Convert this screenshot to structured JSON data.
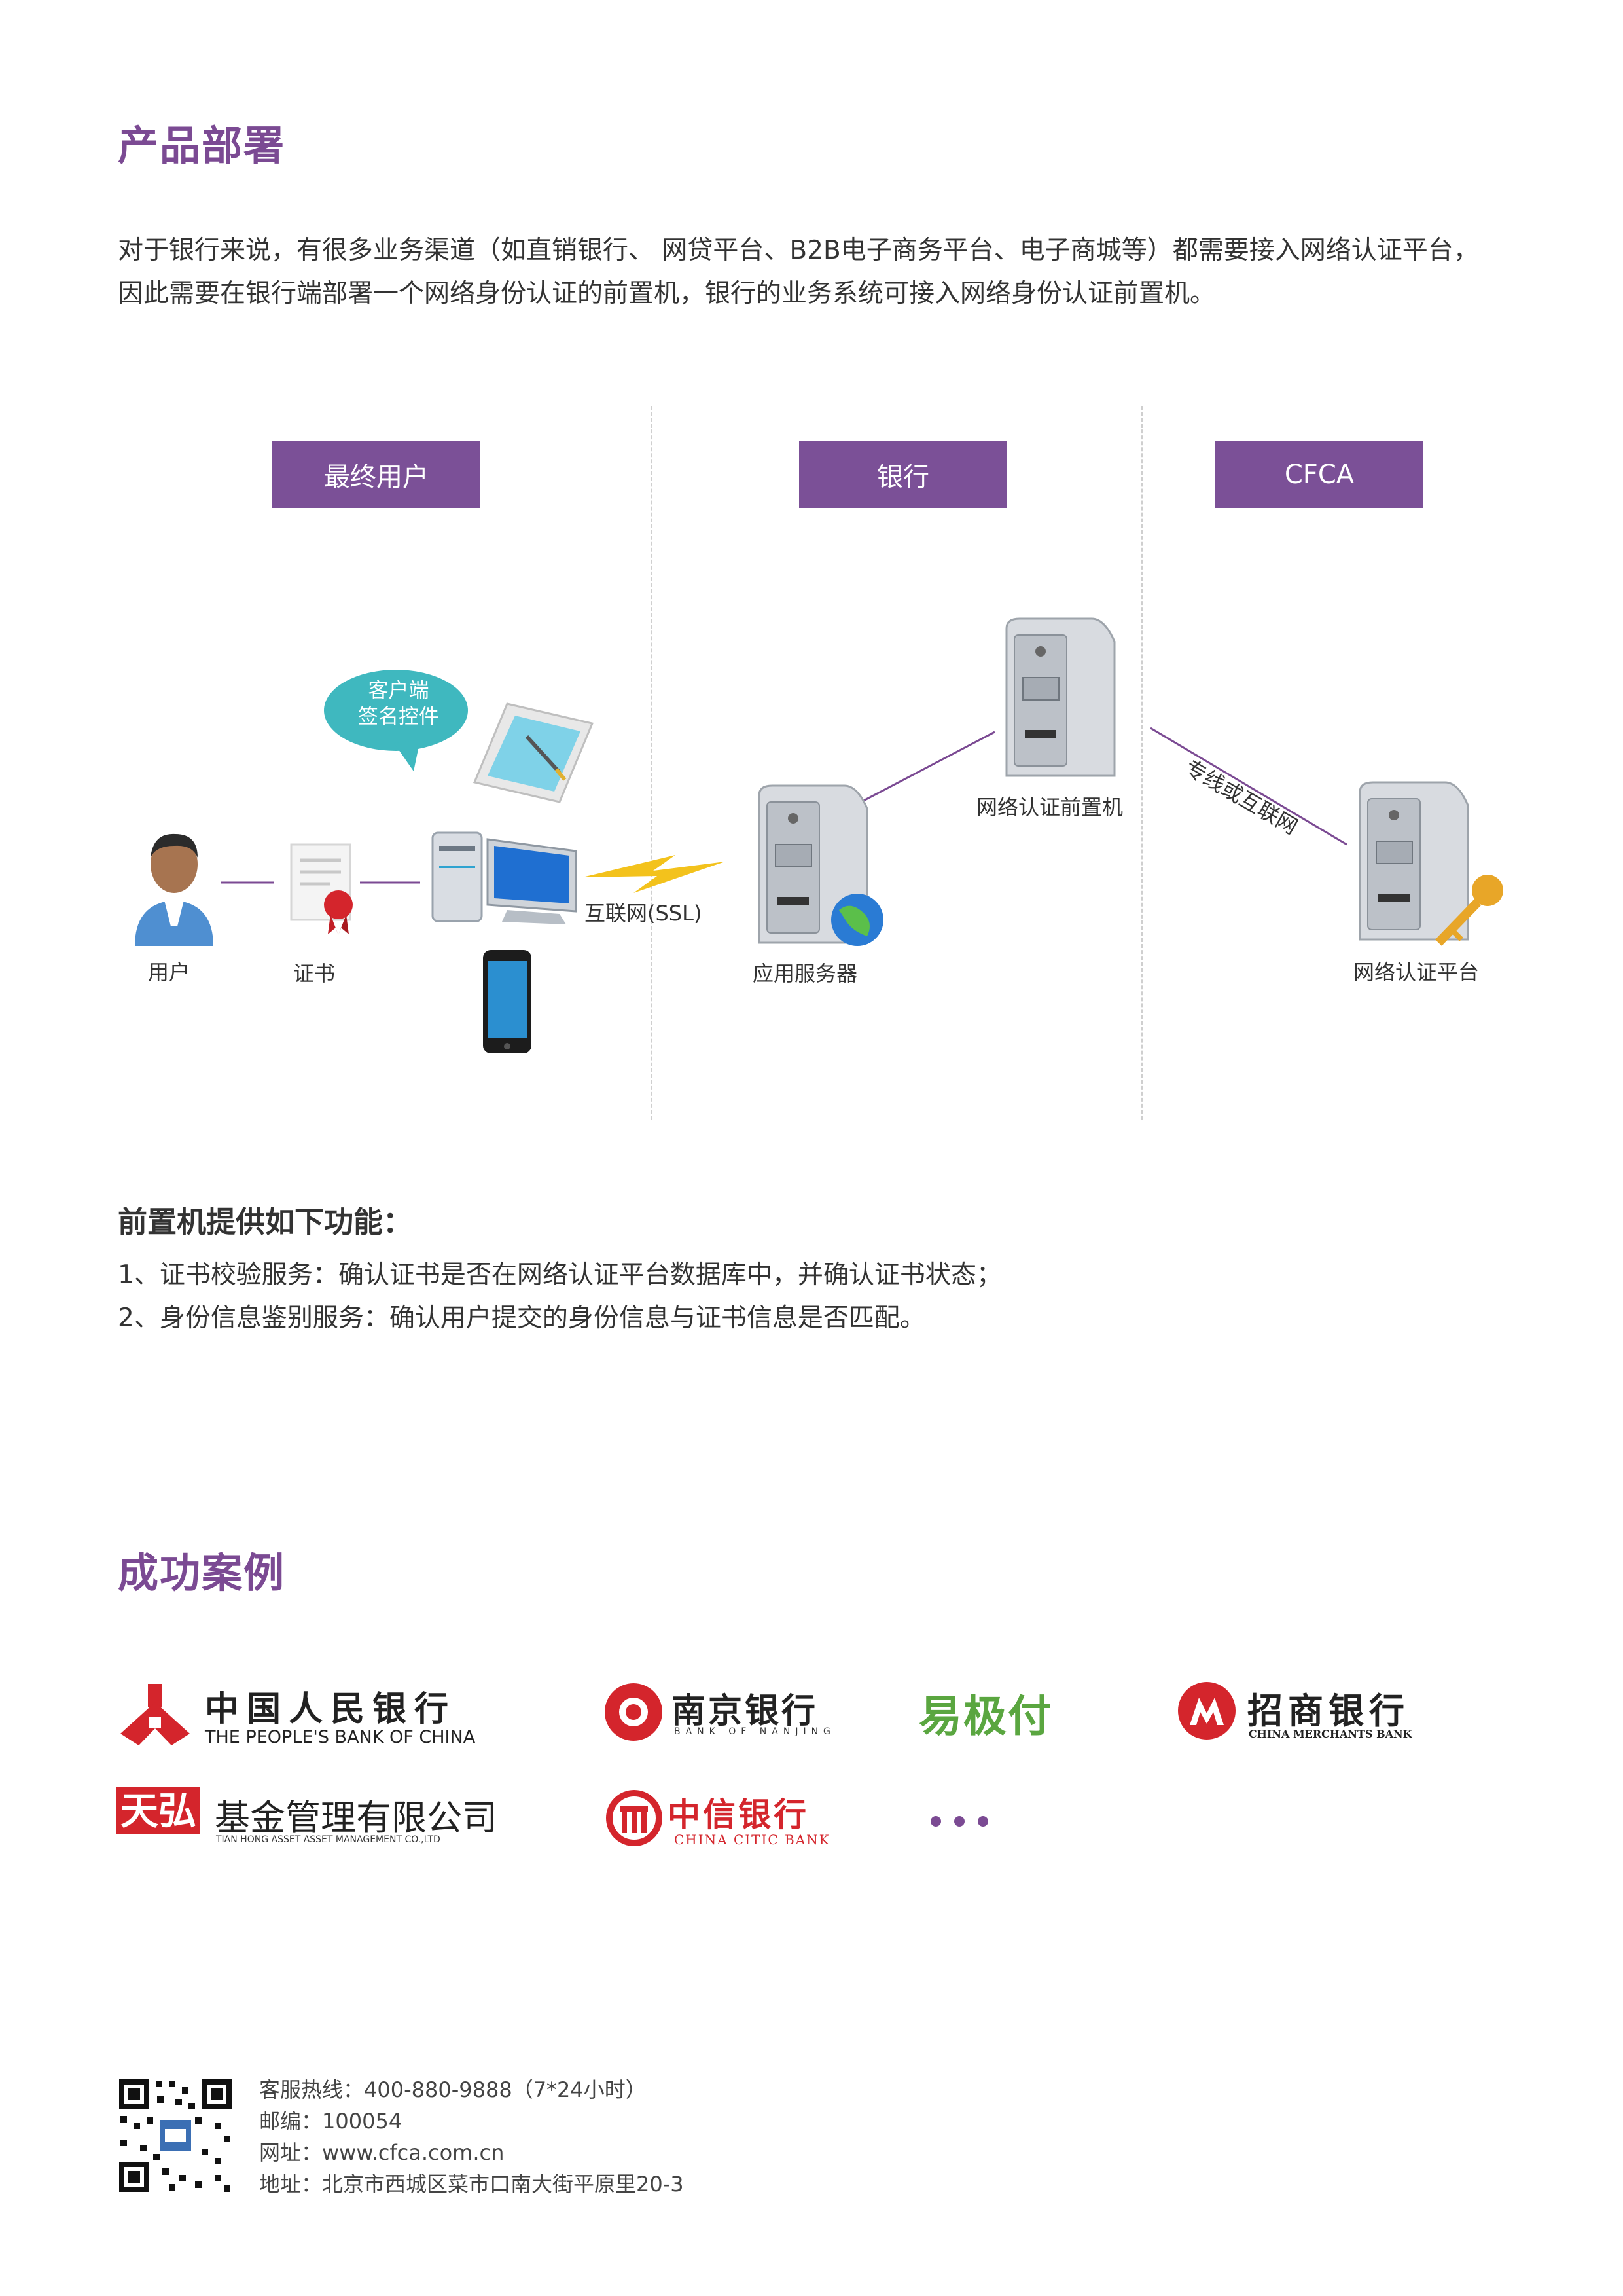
{
  "section1": {
    "title": "产品部署",
    "intro_line1": "对于银行来说，有很多业务渠道（如直销银行、  网贷平台、B2B电子商务平台、电子商城等）都需要接入网络认证平台，",
    "intro_line2": "因此需要在银行端部署一个网络身份认证的前置机，银行的业务系统可接入网络身份认证前置机。"
  },
  "diagram": {
    "columns": [
      "最终用户",
      "银行",
      "CFCA"
    ],
    "bubble_line1": "客户端",
    "bubble_line2": "签名控件",
    "user_label": "用户",
    "cert_label": "证书",
    "internet_label": "互联网(SSL)",
    "app_server_label": "应用服务器",
    "frontend_label": "网络认证前置机",
    "dedicated_line_label": "专线或互联网",
    "platform_label": "网络认证平台"
  },
  "features": {
    "title": "前置机提供如下功能：",
    "items": [
      "1、证书校验服务：确认证书是否在网络认证平台数据库中，并确认证书状态；",
      "2、身份信息鉴别服务：确认用户提交的身份信息与证书信息是否匹配。"
    ]
  },
  "section2": {
    "title": "成功案例",
    "logos": {
      "pboc_cn": "中国人民银行",
      "pboc_en": "THE PEOPLE'S BANK OF CHINA",
      "nanjing_cn": "南京银行",
      "nanjing_en": "BANK OF NANJING",
      "yijifu": "易极付",
      "cmb_cn": "招商银行",
      "cmb_en": "CHINA MERCHANTS BANK",
      "tianhong_red": "天弘",
      "tianhong_cn": "基金管理有限公司",
      "tianhong_en": "TIAN HONG ASSET ASSET MANAGEMENT CO.,LTD",
      "citic_cn": "中信银行",
      "citic_en": "CHINA CITIC BANK"
    }
  },
  "footer": {
    "hotline": "客服热线：400-880-9888（7*24小时）",
    "postcode": "邮编：100054",
    "website": "网址：www.cfca.com.cn",
    "address": "地址：北京市西城区菜市口南大街平原里20-3"
  },
  "colors": {
    "accent": "#7b4a93",
    "header_bg": "#7b5097",
    "red": "#d4252c",
    "green": "#5aa640"
  }
}
